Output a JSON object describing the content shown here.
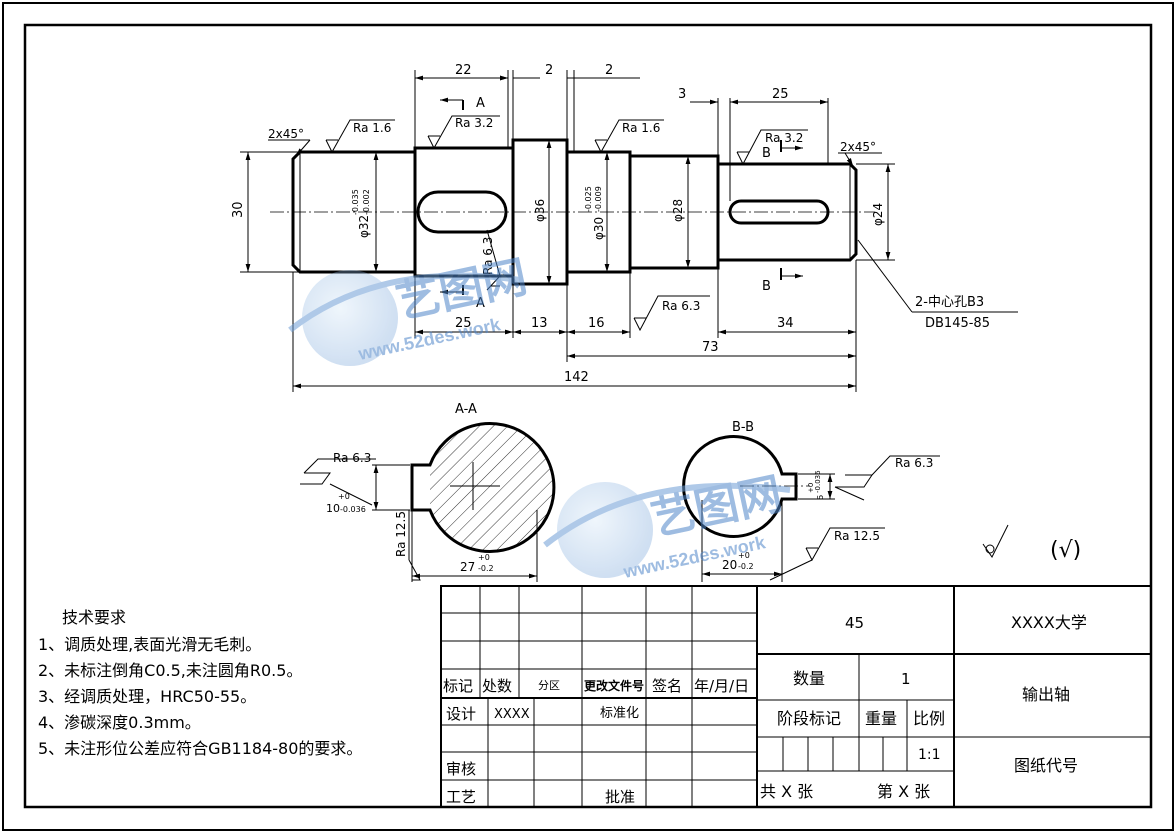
{
  "main_view": {
    "dims": {
      "d22": "22",
      "d2a": "2",
      "d2b": "2",
      "d3": "3",
      "d25r": "25",
      "d30": "30",
      "d25b": "25",
      "d13": "13",
      "d16": "16",
      "d34": "34",
      "d73": "73",
      "d142": "142"
    },
    "diameters": {
      "phi32": "φ32",
      "phi32_upper": "-0.035",
      "phi32_lower": "-0.002",
      "phi36": "φ36",
      "phi30": "φ30",
      "phi30_upper": "-0.025",
      "phi30_lower": "-0.009",
      "phi28": "φ28",
      "phi24": "φ24"
    },
    "chamfer_left": "2x45°",
    "chamfer_right": "2x45°",
    "ra_16_left": "Ra 1.6",
    "ra_32_left": "Ra 3.2",
    "ra_16_mid": "Ra 1.6",
    "ra_32_right": "Ra 3.2",
    "ra_63_vert": "Ra 6.3",
    "ra_63_bottom": "Ra 6.3",
    "section_a_top": "A",
    "section_a_bottom": "A",
    "section_b_top": "B",
    "section_b_bottom": "B",
    "center_hole_line1": "2-中心孔B3",
    "center_hole_line2": "DB145-85"
  },
  "section_aa": {
    "title": "A-A",
    "ra_63": "Ra 6.3",
    "ra_125": "Ra 12.5",
    "tol_upper": "+0",
    "tol_value": "10",
    "tol_lower": "-0.036",
    "width_value": "27",
    "width_upper": "+0",
    "width_lower": "-0.2"
  },
  "section_bb": {
    "title": "B-B",
    "ra_63": "Ra 6.3",
    "ra_125": "Ra 12.5",
    "tol_value": "6",
    "tol_upper": "+0",
    "tol_lower": "-0.036",
    "width_value": "20",
    "width_upper": "+0",
    "width_lower": "-0.2"
  },
  "general_roughness": "(√)",
  "tech_req": {
    "title": "技术要求",
    "items": [
      "1、调质处理,表面光滑无毛刺。",
      "2、未标注倒角C0.5,未注圆角R0.5。",
      "3、经调质处理，HRC50-55。",
      "4、渗碳深度0.3mm。",
      "5、未注形位公差应符合GB1184-80的要求。"
    ]
  },
  "title_block": {
    "biaoji": "标记",
    "chushu": "处数",
    "fenqu": "分区",
    "gengai": "更改文件号",
    "qianming": "签名",
    "nianyueri": "年/月/日",
    "sheji": "设计",
    "designer": "XXXX",
    "biaozhunhua": "标准化",
    "shenhe": "审核",
    "gongyi": "工艺",
    "pizhun": "批准",
    "material": "45",
    "shuliang": "数量",
    "quantity": "1",
    "jieduan": "阶段标记",
    "zhongliang": "重量",
    "bili": "比例",
    "scale": "1:1",
    "gong_x_zhang": "共  X  张",
    "di_x_zhang": "第  X  张",
    "school": "XXXX大学",
    "part_name": "输出轴",
    "drawing_code": "图纸代号"
  },
  "watermark": {
    "brand": "艺图网",
    "url": "www.52des.work"
  }
}
